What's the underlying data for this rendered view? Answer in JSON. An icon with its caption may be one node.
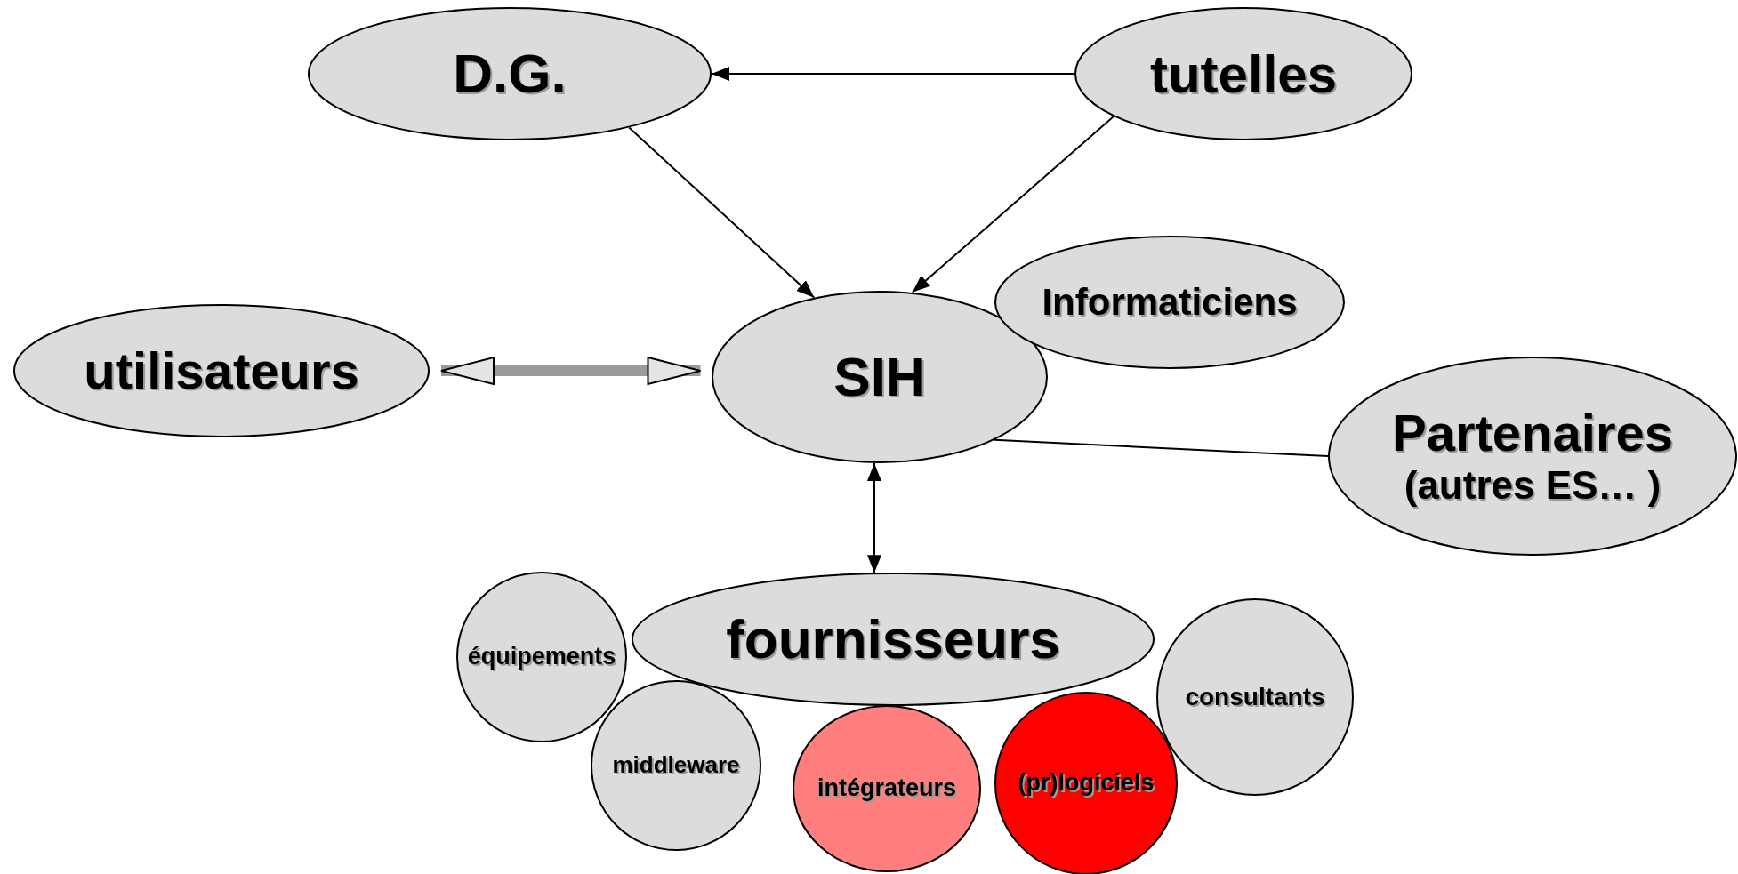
{
  "diagram": {
    "nodes": [
      {
        "text": [
          "D.G."
        ]
      },
      {
        "text": [
          "tutelles"
        ]
      },
      {
        "text": [
          "Informaticiens"
        ]
      },
      {
        "text": [
          "utilisateurs"
        ]
      },
      {
        "text": [
          "SIH"
        ]
      },
      {
        "text": [
          "Partenaires",
          "(autres ES… )"
        ]
      },
      {
        "text": [
          "fournisseurs"
        ]
      },
      {
        "text": [
          "équipements"
        ]
      },
      {
        "text": [
          "middleware"
        ]
      },
      {
        "text": [
          "intégrateurs"
        ]
      },
      {
        "text": [
          "(pr)logiciels"
        ]
      },
      {
        "text": [
          "consultants"
        ]
      }
    ],
    "edges": [
      {
        "from": 1,
        "to": 0,
        "arrow": "to"
      },
      {
        "from": 0,
        "to": 4,
        "arrow": "to"
      },
      {
        "from": 1,
        "to": 4,
        "arrow": "to"
      },
      {
        "from": 3,
        "to": 4,
        "arrow": "both",
        "style": "thick",
        "color": "#9a9a9a"
      },
      {
        "from": 4,
        "to": 5,
        "arrow": "none"
      },
      {
        "from": 4,
        "to": 6,
        "arrow": "both"
      }
    ]
  }
}
